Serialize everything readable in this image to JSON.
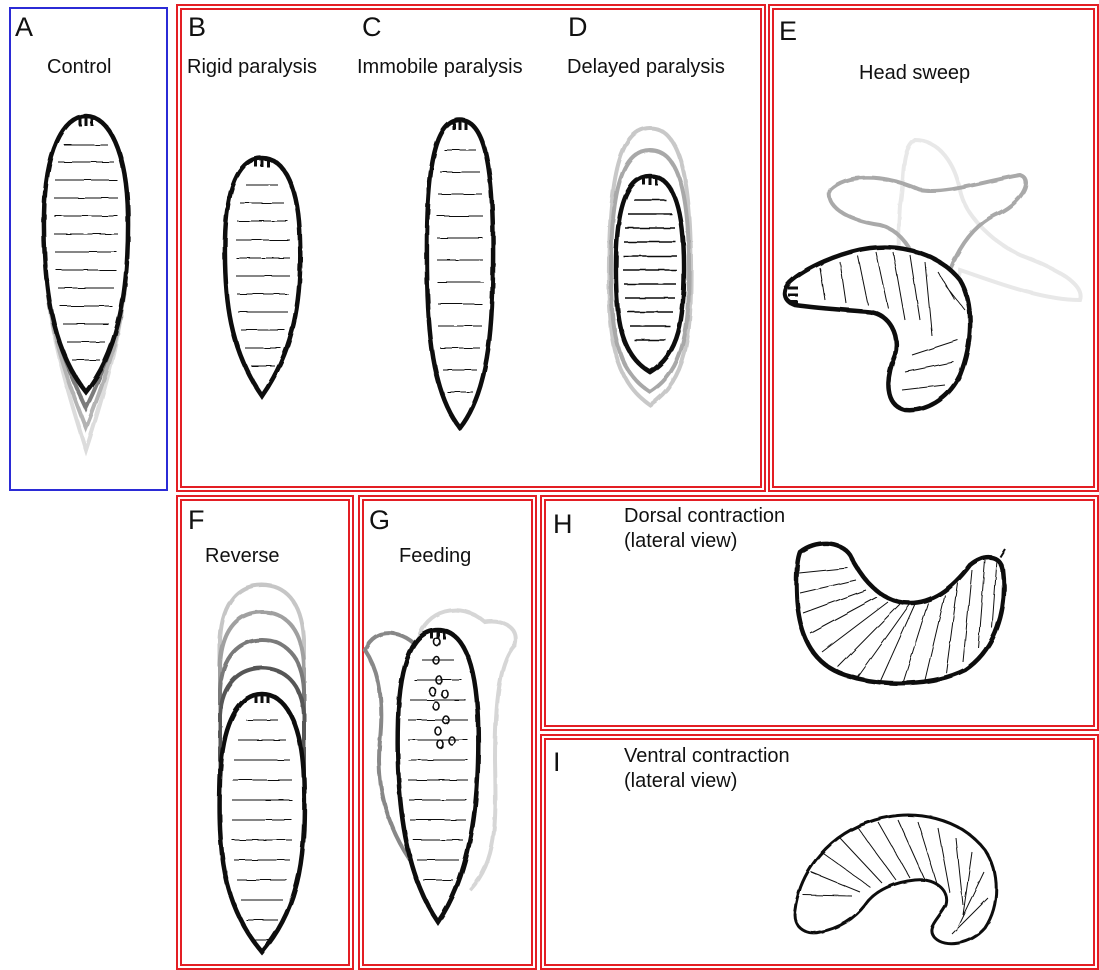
{
  "panels": {
    "a": {
      "letter": "A",
      "title": "Control"
    },
    "b": {
      "letter": "B",
      "title": "Rigid paralysis"
    },
    "c": {
      "letter": "C",
      "title": "Immobile paralysis"
    },
    "d": {
      "letter": "D",
      "title": "Delayed paralysis"
    },
    "e": {
      "letter": "E",
      "title": "Head sweep"
    },
    "f": {
      "letter": "F",
      "title": "Reverse"
    },
    "g": {
      "letter": "G",
      "title": "Feeding"
    },
    "h": {
      "letter": "H",
      "title_line1": "Dorsal contraction",
      "title_line2": "(lateral view)"
    },
    "i": {
      "letter": "I",
      "title_line1": "Ventral contraction",
      "title_line2": "(lateral view)"
    }
  },
  "colors": {
    "frame_red": "#e31e24",
    "frame_blue": "#2b2bd6",
    "outline": "#111111"
  }
}
